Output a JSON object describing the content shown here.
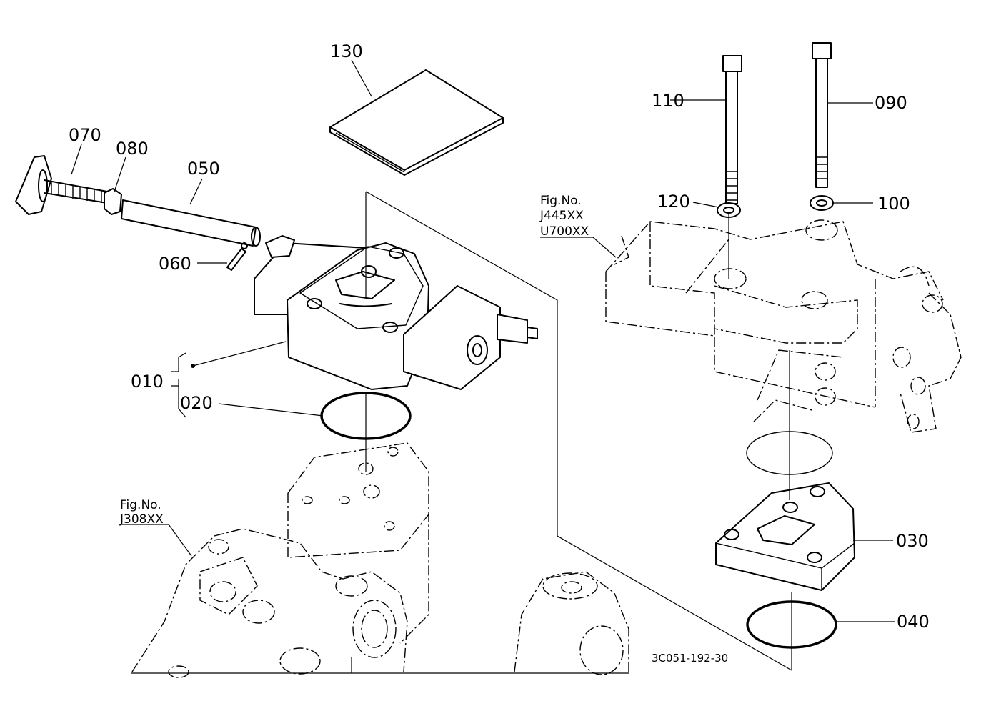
{
  "callouts": {
    "p010": "010",
    "p020": "020",
    "p030": "030",
    "p040": "040",
    "p050": "050",
    "p060": "060",
    "p070": "070",
    "p080": "080",
    "p090": "090",
    "p100": "100",
    "p110": "110",
    "p120": "120",
    "p130": "130"
  },
  "references": {
    "ref_left": {
      "line1": "Fig.No.",
      "line2": "J308XX"
    },
    "ref_right": {
      "line1": "Fig.No.",
      "line2": "J445XX",
      "line3": "U700XX"
    }
  },
  "drawing_code": "3C051-192-30"
}
